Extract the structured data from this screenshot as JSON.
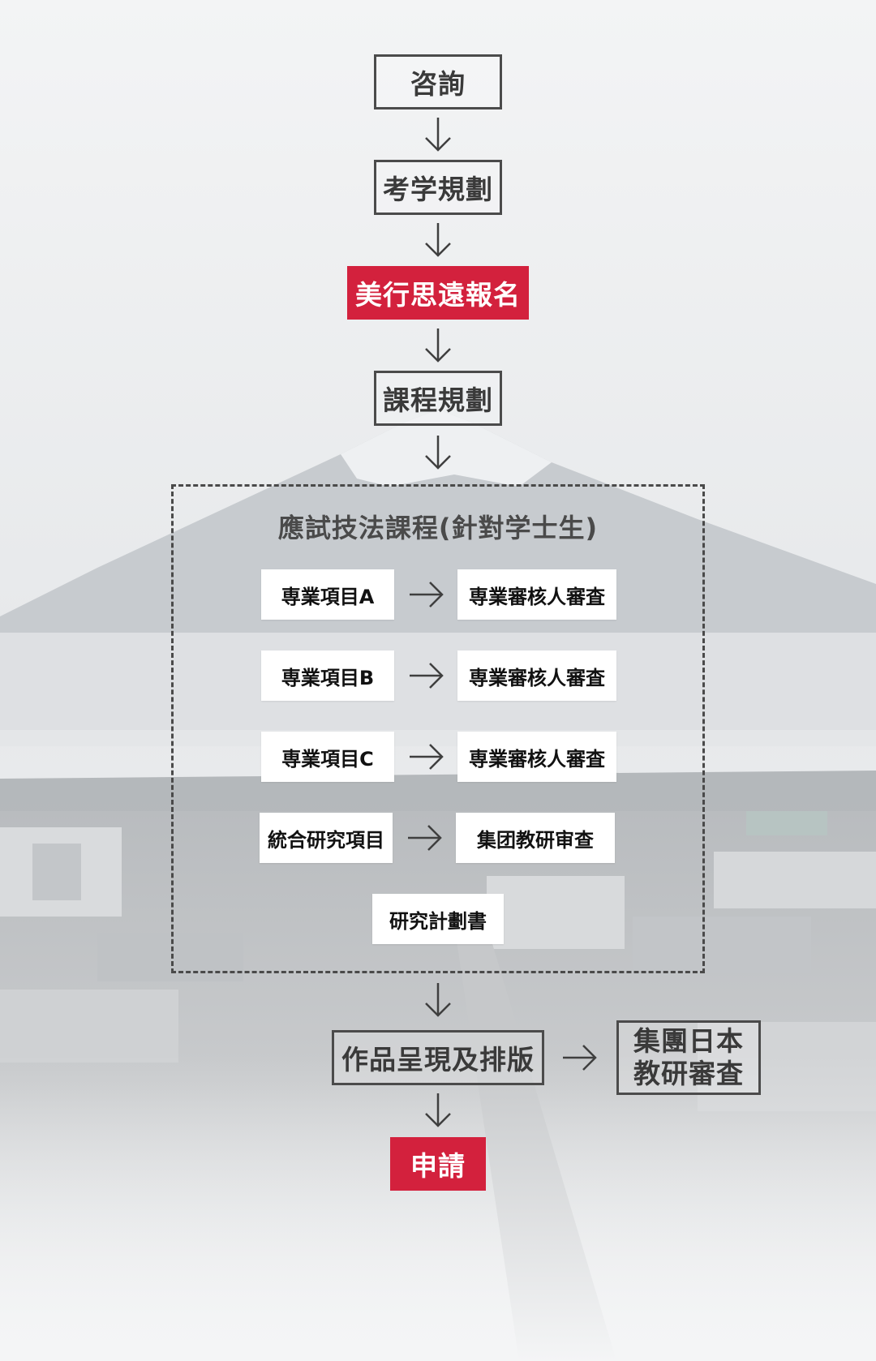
{
  "flow": {
    "step_consult": "咨詢",
    "step_plan": "考学規劃",
    "step_register": "美行思遠報名",
    "step_course_plan": "課程規劃",
    "section_title": "應試技法課程(針對学士生)",
    "project_a": "専業項目A",
    "project_b": "専業項目B",
    "project_c": "専業項目C",
    "project_integrated": "統合研究項目",
    "review_label": "専業審核人審査",
    "group_review": "集团教研审查",
    "research_plan": "研究計劃書",
    "portfolio": "作品呈現及排版",
    "japan_review_line1": "集團日本",
    "japan_review_line2": "教研審査",
    "apply": "申請"
  },
  "colors": {
    "accent_red": "#d3213d",
    "outline_gray": "#4b4b4b",
    "card_white": "#ffffff"
  }
}
